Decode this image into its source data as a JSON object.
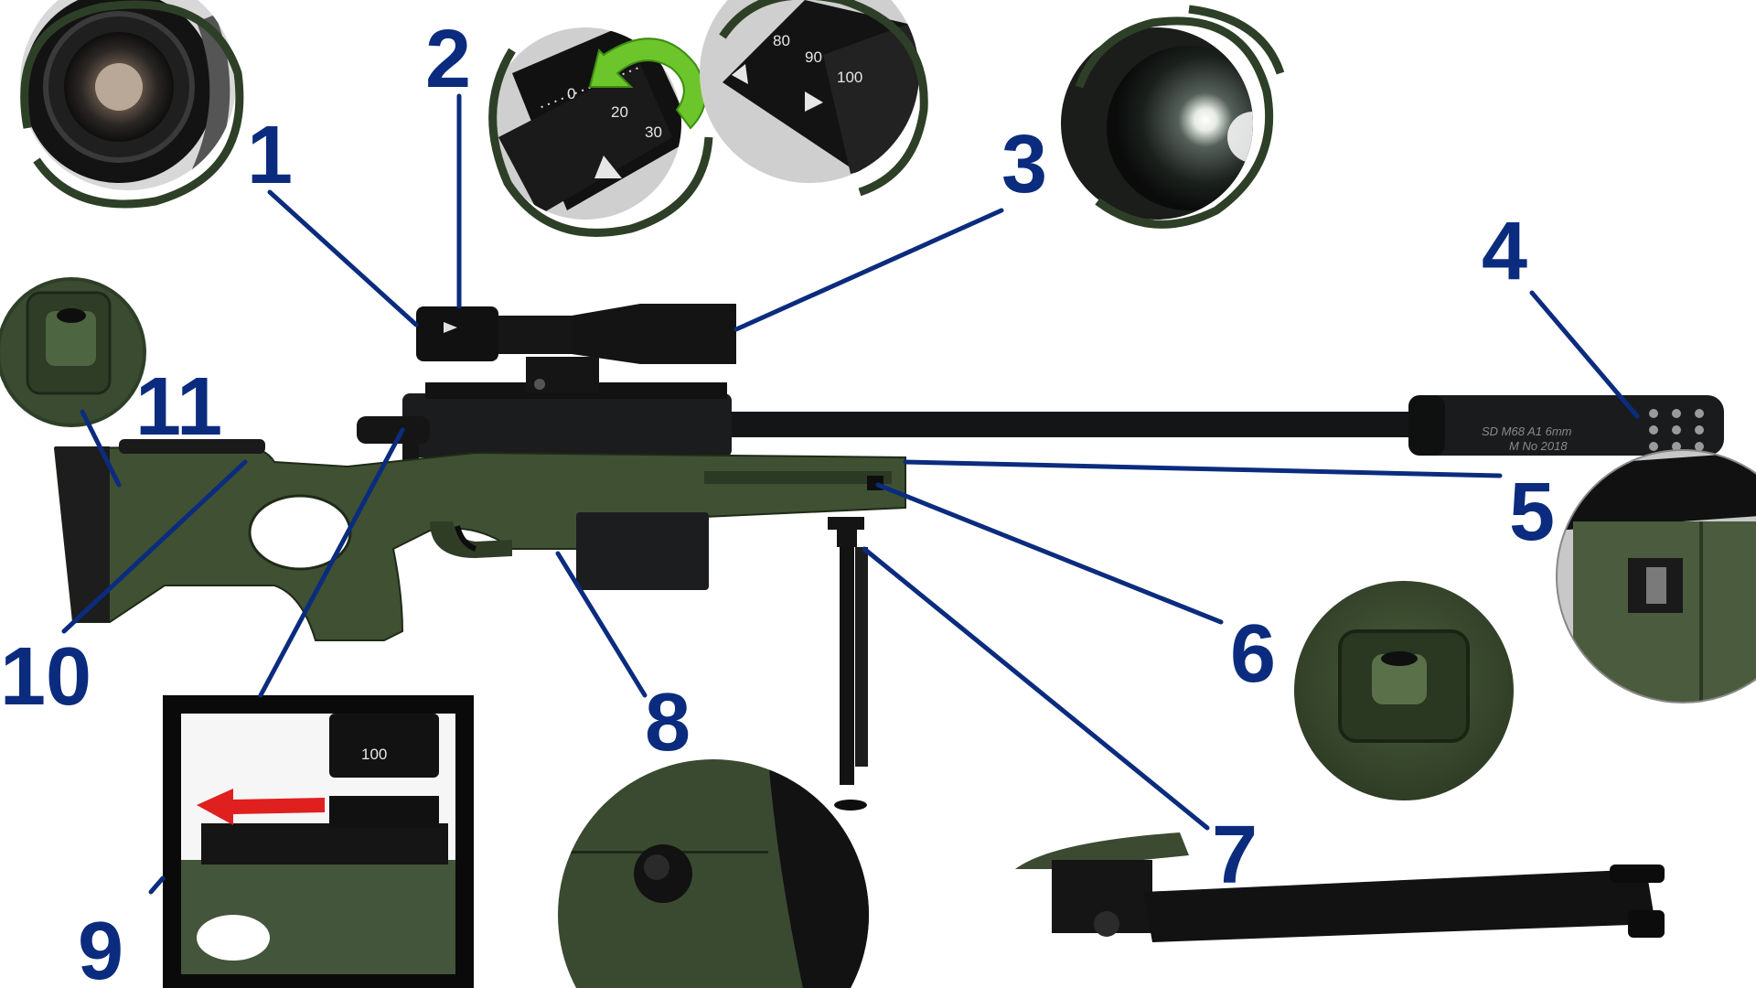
{
  "callouts": [
    {
      "id": "1",
      "label": "1"
    },
    {
      "id": "2",
      "label": "2"
    },
    {
      "id": "3",
      "label": "3"
    },
    {
      "id": "4",
      "label": "4"
    },
    {
      "id": "5",
      "label": "5"
    },
    {
      "id": "6",
      "label": "6"
    },
    {
      "id": "7",
      "label": "7"
    },
    {
      "id": "8",
      "label": "8"
    },
    {
      "id": "9",
      "label": "9"
    },
    {
      "id": "10",
      "label": "10"
    },
    {
      "id": "11",
      "label": "11"
    }
  ],
  "scope_dial": {
    "left_marks": [
      "0",
      "20",
      "30"
    ],
    "right_marks": [
      "80",
      "90",
      "100"
    ]
  },
  "inset9_dial_mark": "100",
  "suppressor_engraving": [
    "SD M68 A1 6mm",
    "M No 2018"
  ],
  "colors": {
    "callout": "#0b2c7e",
    "stock_green": "#3f5132",
    "ring": "#2e3f27",
    "arrow_green": "#6cc52a",
    "arrow_red": "#e01f1f"
  }
}
